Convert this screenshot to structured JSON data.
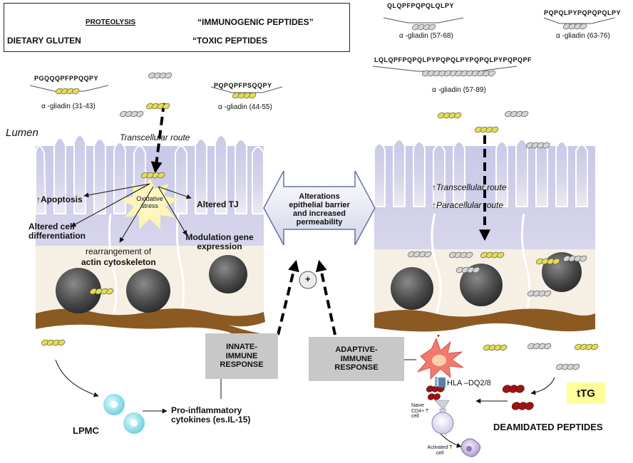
{
  "legend": {
    "dietary_gluten": "DIETARY GLUTEN",
    "proteolysis": "PROTEOLYSIS",
    "immunogenic": "“IMMUNOGENIC PEPTIDES”",
    "toxic": "“TOXIC PEPTIDES"
  },
  "peptides": {
    "p1_seq": "PGQQQPFPPQQPY",
    "p1_name": "α -gliadin (31-43)",
    "p2_seq": "PQPQPFPSQQPY",
    "p2_name": "α -gliadin (44-55)",
    "p3_seq": "QLQPFPQPQLQLPY",
    "p3_name": "α -gliadin (57-68)",
    "p4_seq": "PQPQLPYPQPQPQLPY",
    "p4_name": "α -gliadin (63-76)",
    "p5_seq": "LQLQPFPQPQLPYPQPQLPYPQPQLPYPQPQPF",
    "p5_name": "α -gliadin (57-89)"
  },
  "left": {
    "lumen": "Lumen",
    "transcellular": "Transcellular route",
    "apoptosis": "↑Apoptosis",
    "oxidative": "Oxidative stress",
    "altered_tj": "Altered TJ",
    "altered_cell": "Altered cell differentiation",
    "rearrangement": "rearrangement of",
    "actin": "actin cytoskeleton",
    "modulation": "Modulation gene expression"
  },
  "center": {
    "alterations": "Alterations epithelial barrier and increased permeability",
    "plus": "+"
  },
  "right": {
    "transcellular": "↑Transcellular route",
    "paracellular": "↑Paracellular route"
  },
  "bottom": {
    "innate": "INNATE-IMMUNE RESPONSE",
    "adaptive": "ADAPTIVE-IMMUNE RESPONSE",
    "lpmc": "LPMC",
    "cytokines": "Pro-inflammatory cytokines (es.IL-15)",
    "hla": "HLA –DQ2/8",
    "naive": "Naive CD4+ T cell",
    "activated": "Activated T cell",
    "ttg": "tTG",
    "deamidated": "DEAMIDATED PEPTIDES"
  },
  "colors": {
    "toxic_peptide": "#e6dc50",
    "immunogenic_peptide": "#d4d4d4",
    "deamidated_peptide": "#9e1414",
    "villus": "#c9c9e8",
    "cell_body": "#f6efe4",
    "basement": "#8b5a22",
    "nucleus": "#4a4a4a",
    "lpmc": "#8de0ea",
    "ttg_bg": "#ffff99",
    "gray_box": "#c8c8c8"
  }
}
